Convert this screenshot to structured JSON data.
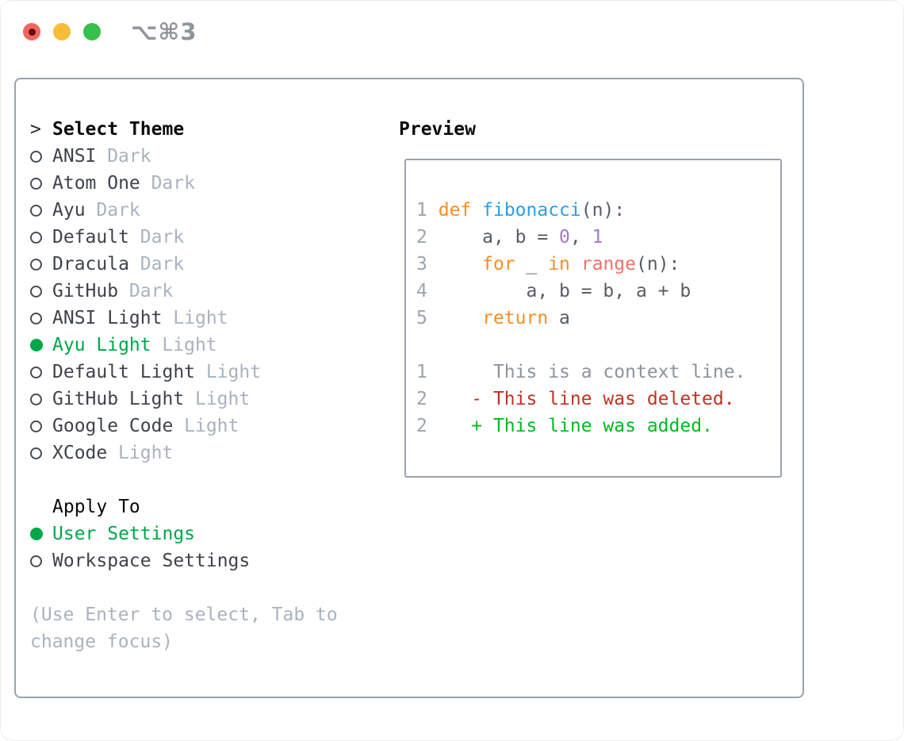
{
  "window": {
    "title": "⌥⌘3"
  },
  "theme_selector": {
    "prompt": ">",
    "header": "Select Theme",
    "items": [
      {
        "name": "ANSI",
        "variant": "Dark",
        "selected": false
      },
      {
        "name": "Atom One",
        "variant": "Dark",
        "selected": false
      },
      {
        "name": "Ayu",
        "variant": "Dark",
        "selected": false
      },
      {
        "name": "Default",
        "variant": "Dark",
        "selected": false
      },
      {
        "name": "Dracula",
        "variant": "Dark",
        "selected": false
      },
      {
        "name": "GitHub",
        "variant": "Dark",
        "selected": false
      },
      {
        "name": "ANSI Light",
        "variant": "Light",
        "selected": false
      },
      {
        "name": "Ayu Light",
        "variant": "Light",
        "selected": true
      },
      {
        "name": "Default Light",
        "variant": "Light",
        "selected": false
      },
      {
        "name": "GitHub Light",
        "variant": "Light",
        "selected": false
      },
      {
        "name": "Google Code",
        "variant": "Light",
        "selected": false
      },
      {
        "name": "XCode",
        "variant": "Light",
        "selected": false
      }
    ]
  },
  "apply_to": {
    "header": "Apply To",
    "options": [
      {
        "label": "User Settings",
        "selected": true
      },
      {
        "label": "Workspace Settings",
        "selected": false
      }
    ]
  },
  "help_text": "(Use Enter to select, Tab to change focus)",
  "preview": {
    "header": "Preview",
    "lines": [
      {
        "num": "1",
        "parts": [
          {
            "t": "def",
            "c": "kw"
          },
          {
            "t": " ",
            "c": "pl"
          },
          {
            "t": "fibonacci",
            "c": "fn"
          },
          {
            "t": "(n):",
            "c": "pl"
          }
        ]
      },
      {
        "num": "2",
        "parts": [
          {
            "t": "    a, b = ",
            "c": "pl"
          },
          {
            "t": "0",
            "c": "num"
          },
          {
            "t": ", ",
            "c": "pl"
          },
          {
            "t": "1",
            "c": "num"
          }
        ]
      },
      {
        "num": "3",
        "parts": [
          {
            "t": "    ",
            "c": "pl"
          },
          {
            "t": "for",
            "c": "kw"
          },
          {
            "t": " _ ",
            "c": "pl"
          },
          {
            "t": "in",
            "c": "kw"
          },
          {
            "t": " ",
            "c": "pl"
          },
          {
            "t": "range",
            "c": "sp"
          },
          {
            "t": "(n):",
            "c": "pl"
          }
        ]
      },
      {
        "num": "4",
        "parts": [
          {
            "t": "        a, b = b, a + b",
            "c": "pl"
          }
        ]
      },
      {
        "num": "5",
        "parts": [
          {
            "t": "    ",
            "c": "pl"
          },
          {
            "t": "return",
            "c": "kw"
          },
          {
            "t": " a",
            "c": "pl"
          }
        ]
      },
      {
        "num": "",
        "parts": []
      },
      {
        "num": "1",
        "parts": [
          {
            "t": "     This is a context line.",
            "c": "ctx"
          }
        ]
      },
      {
        "num": "2",
        "parts": [
          {
            "t": "   - This line was deleted.",
            "c": "del"
          }
        ]
      },
      {
        "num": "2",
        "parts": [
          {
            "t": "   + This line was added.",
            "c": "add"
          }
        ]
      }
    ]
  },
  "colors": {
    "window_border": "#ececec",
    "panel_border": "#9aa2ad",
    "title_gray": "#8e959c",
    "traffic_red": "#f4645c",
    "traffic_red_dot": "#63100b",
    "traffic_yellow": "#f8bc38",
    "traffic_green": "#35c149",
    "text_dark": "#3d434c",
    "text_black": "#0a0a0a",
    "muted": "#a9b3bf",
    "accent_green": "#00a749",
    "lnum": "#9aa4b0",
    "kw": "#f98d1f",
    "fn": "#2b9fe5",
    "sp": "#f07171",
    "numlit": "#a37acc",
    "plain": "#565d66",
    "ctx": "#8c949e",
    "del": "#c13222",
    "add": "#00bb1f"
  }
}
